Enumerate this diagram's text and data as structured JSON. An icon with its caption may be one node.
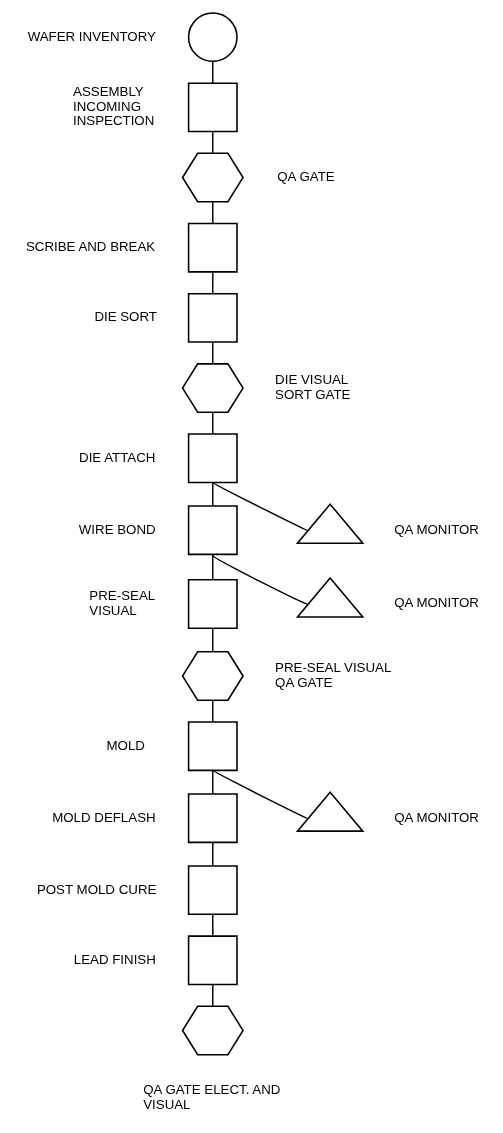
{
  "diagram": {
    "nodes": [
      {
        "text": [],
        "shape": "circle",
        "beside": [
          "WAFER INVENTORY"
        ]
      },
      {
        "text": [],
        "shape": "box",
        "beside": [
          "ASSEMBLY INCOMING INSPECTION"
        ]
      },
      {
        "text": [],
        "shape": "hexagon",
        "beside": [
          "QA GATE"
        ]
      },
      {
        "text": [],
        "shape": "box",
        "beside": [
          "SCRIBE AND BREAK"
        ]
      },
      {
        "text": [],
        "shape": "box",
        "beside": [
          "DIE SORT"
        ]
      },
      {
        "text": [],
        "shape": "hexagon",
        "beside": [
          "DIE VISUAL SORT GATE"
        ]
      },
      {
        "text": [],
        "shape": "box",
        "beside": [
          "DIE ATTACH"
        ]
      },
      {
        "text": [],
        "shape": "triangle",
        "beside": [
          "QA MONITOR"
        ]
      },
      {
        "text": [],
        "shape": "box",
        "beside": [
          "WIRE BOND"
        ]
      },
      {
        "text": [],
        "shape": "triangle",
        "beside": [
          "QA MONITOR"
        ]
      },
      {
        "text": [],
        "shape": "box",
        "beside": [
          "PRE-SEAL VISUAL"
        ]
      },
      {
        "text": [],
        "shape": "hexagon",
        "beside": [
          "PRE-SEAL VISUAL QA GATE"
        ]
      },
      {
        "text": [],
        "shape": "box",
        "beside": [
          "MOLD"
        ]
      },
      {
        "text": [],
        "shape": "triangle",
        "beside": [
          "QA MONITOR"
        ]
      },
      {
        "text": [],
        "shape": "box",
        "beside": [
          "MOLD DEFLASH"
        ]
      },
      {
        "text": [],
        "shape": "box",
        "beside": [
          "POST MOLD CURE"
        ]
      },
      {
        "text": [],
        "shape": "box",
        "beside": [
          "LEAD FINISH"
        ]
      },
      {
        "text": [],
        "shape": "hexagon",
        "beside": [
          "QA GATE ELECT. AND VISUAL"
        ]
      }
    ],
    "edges": [
      {
        "from": 0,
        "to": 1,
        "arrow": "none"
      },
      {
        "from": 1,
        "to": 2,
        "arrow": "none"
      },
      {
        "from": 2,
        "to": 3,
        "arrow": "none"
      },
      {
        "from": 3,
        "to": 4,
        "arrow": "none"
      },
      {
        "from": 4,
        "to": 5,
        "arrow": "none"
      },
      {
        "from": 5,
        "to": 6,
        "arrow": "none"
      },
      {
        "from": 6,
        "to": 8,
        "arrow": "none"
      },
      {
        "from": 6,
        "to": 7,
        "arrow": "none"
      },
      {
        "from": 8,
        "to": 10,
        "arrow": "none"
      },
      {
        "from": 8,
        "to": 9,
        "arrow": "none"
      },
      {
        "from": 10,
        "to": 11,
        "arrow": "none"
      },
      {
        "from": 11,
        "to": 12,
        "arrow": "none"
      },
      {
        "from": 12,
        "to": 14,
        "arrow": "none"
      },
      {
        "from": 12,
        "to": 13,
        "arrow": "none"
      },
      {
        "from": 14,
        "to": 15,
        "arrow": "none"
      },
      {
        "from": 15,
        "to": 16,
        "arrow": "none"
      },
      {
        "from": 16,
        "to": 17,
        "arrow": "none"
      }
    ]
  }
}
